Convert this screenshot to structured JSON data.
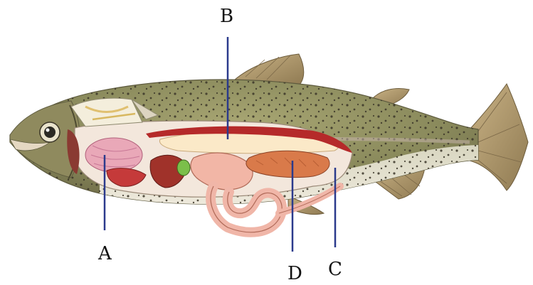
{
  "labels": {
    "a": "A",
    "b": "B",
    "c": "C",
    "d": "D"
  },
  "colors": {
    "leader_line": "#2b3a8c",
    "body_olive": "#8a8a5c",
    "belly": "#e8e2d0",
    "spots": "#3a3528",
    "fin": "#b09a70",
    "cavity": "#f3e7dc",
    "heart": "#c53a3a",
    "liver": "#a0322a",
    "gallbladder": "#7bbf4a",
    "stomach": "#f2b6a6",
    "intestine": "#f0b6a8",
    "swim_bladder": "#fbe9c8",
    "gonad": "#d97a4a",
    "kidney": "#b52a2a",
    "gill": "#e9a8b8"
  }
}
